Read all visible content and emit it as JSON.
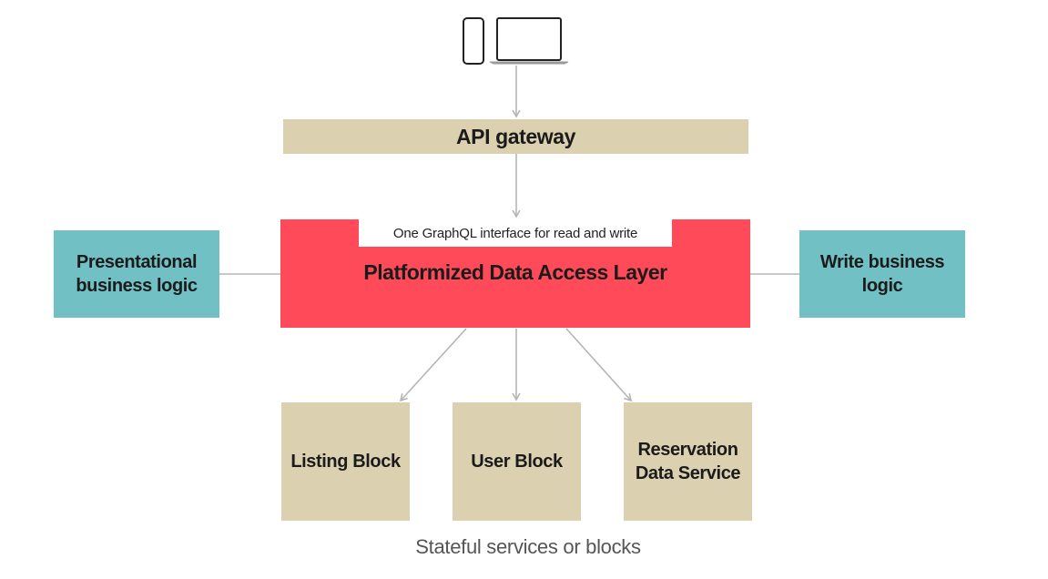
{
  "devices": {
    "phone_icon": "mobile-phone-icon",
    "laptop_icon": "laptop-icon"
  },
  "gateway": {
    "label": "API gateway"
  },
  "data_access_layer": {
    "note": "One GraphQL interface for read and write",
    "title": "Platformized Data Access Layer"
  },
  "side_logic": {
    "left": "Presentational business logic",
    "right": "Write business logic"
  },
  "blocks": [
    {
      "label": "Listing Block"
    },
    {
      "label": "User Block"
    },
    {
      "label": "Reservation Data Service"
    }
  ],
  "caption": "Stateful services or blocks",
  "colors": {
    "gateway_fill": "#dbd1b1",
    "dal_fill": "#ff4a59",
    "side_fill": "#70c0c4",
    "block_fill": "#dbd1b1",
    "connector": "#b5b5b5",
    "device_stroke": "#222222"
  }
}
